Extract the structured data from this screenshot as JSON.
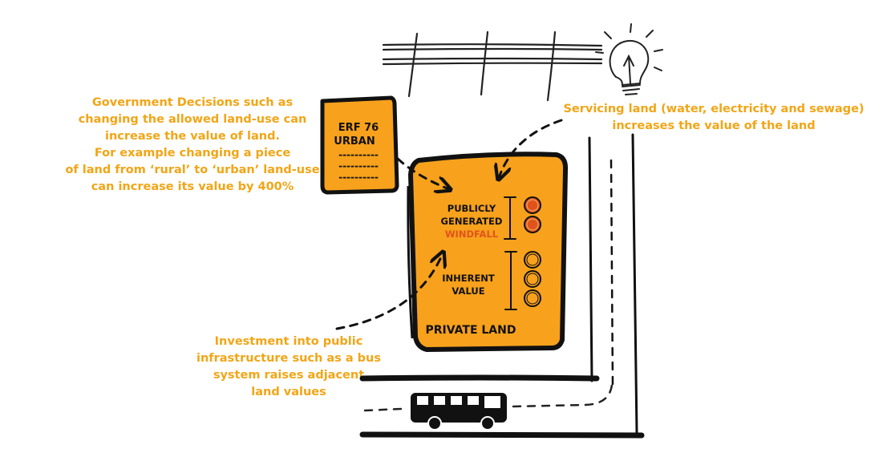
{
  "captions": {
    "government": [
      "Government Decisions such as",
      "changing the allowed land-use can",
      "increase the value of land.",
      "For example changing a piece",
      "of land from ‘rural’ to ‘urban’ land-use",
      "can increase its value by 400%"
    ],
    "servicing": [
      "Servicing land (water, electricity and sewage)",
      "increases the value of the land"
    ],
    "investment": [
      "Investment into public",
      "infrastructure such as a bus",
      "system raises adjacent",
      "land values"
    ]
  },
  "erf_card": {
    "line1": "ERF  76",
    "line2": "URBAN",
    "dashes": [
      "----------",
      "----------",
      "----------"
    ]
  },
  "land_parcel": {
    "publicly_line1": "PUBLICLY",
    "publicly_line2": "GENERATED",
    "windfall": "WINDFALL",
    "inherent_line1": "INHERENT",
    "inherent_line2": "VALUE",
    "private_land": "PRIVATE LAND",
    "windfall_coins": 2,
    "inherent_coins": 3
  },
  "colors": {
    "accent": "#f2a516",
    "windfall_red": "#e0541b",
    "ink": "#111111",
    "coin_fill": "#f7a11c"
  },
  "icons": [
    "lightbulb-icon",
    "bus-icon"
  ]
}
